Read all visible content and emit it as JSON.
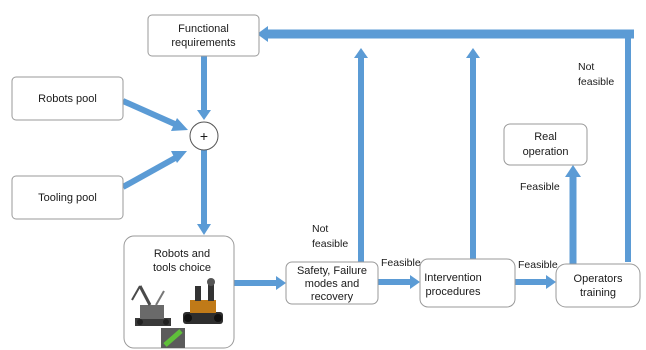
{
  "colors": {
    "arrow": "#5b9bd5",
    "box_border": "#9a9a9a",
    "text": "#1a1a1a"
  },
  "nodes": {
    "functional_requirements": [
      "Functional",
      "requirements"
    ],
    "robots_pool": "Robots pool",
    "tooling_pool": "Tooling pool",
    "combine_symbol": "+",
    "robots_tools_choice": [
      "Robots and",
      "tools  choice"
    ],
    "safety": [
      "Safety, Failure",
      "modes and",
      "recovery"
    ],
    "intervention": [
      "Intervention",
      "procedures"
    ],
    "operators_training": [
      "Operators",
      "training"
    ],
    "real_operation": [
      "Real",
      "operation"
    ]
  },
  "edge_labels": {
    "not_feasible_safety": [
      "Not",
      "feasible"
    ],
    "feasible_safety_to_intervention": "Feasible",
    "feasible_intervention_to_training": "Feasible",
    "feasible_training_to_real": "Feasible",
    "not_feasible_training": [
      "Not",
      "feasible"
    ]
  },
  "icons": [
    "robot-photo-icon",
    "robot-tracked-icon",
    "gripper-tool-icon"
  ]
}
